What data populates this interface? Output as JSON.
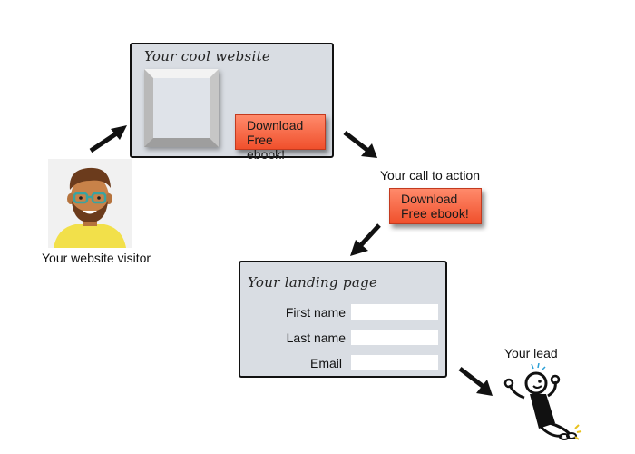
{
  "website": {
    "title": "Your cool website",
    "cta_line1": "Download",
    "cta_line2": "Free ebook!"
  },
  "call_to_action": {
    "heading": "Your call to action",
    "line1": "Download",
    "line2": "Free ebook!"
  },
  "landing": {
    "title": "Your landing page",
    "fields": [
      {
        "label": "First name",
        "value": ""
      },
      {
        "label": "Last name",
        "value": ""
      },
      {
        "label": "Email",
        "value": ""
      }
    ]
  },
  "visitor": {
    "caption": "Your website visitor",
    "icon": "visitor-avatar-icon"
  },
  "lead": {
    "caption": "Your lead",
    "icon": "jumping-person-icon"
  },
  "colors": {
    "panel_bg": "#d9dde3",
    "button_top": "#ff8a6b",
    "button_bottom": "#f0502c",
    "arrow": "#111111"
  }
}
